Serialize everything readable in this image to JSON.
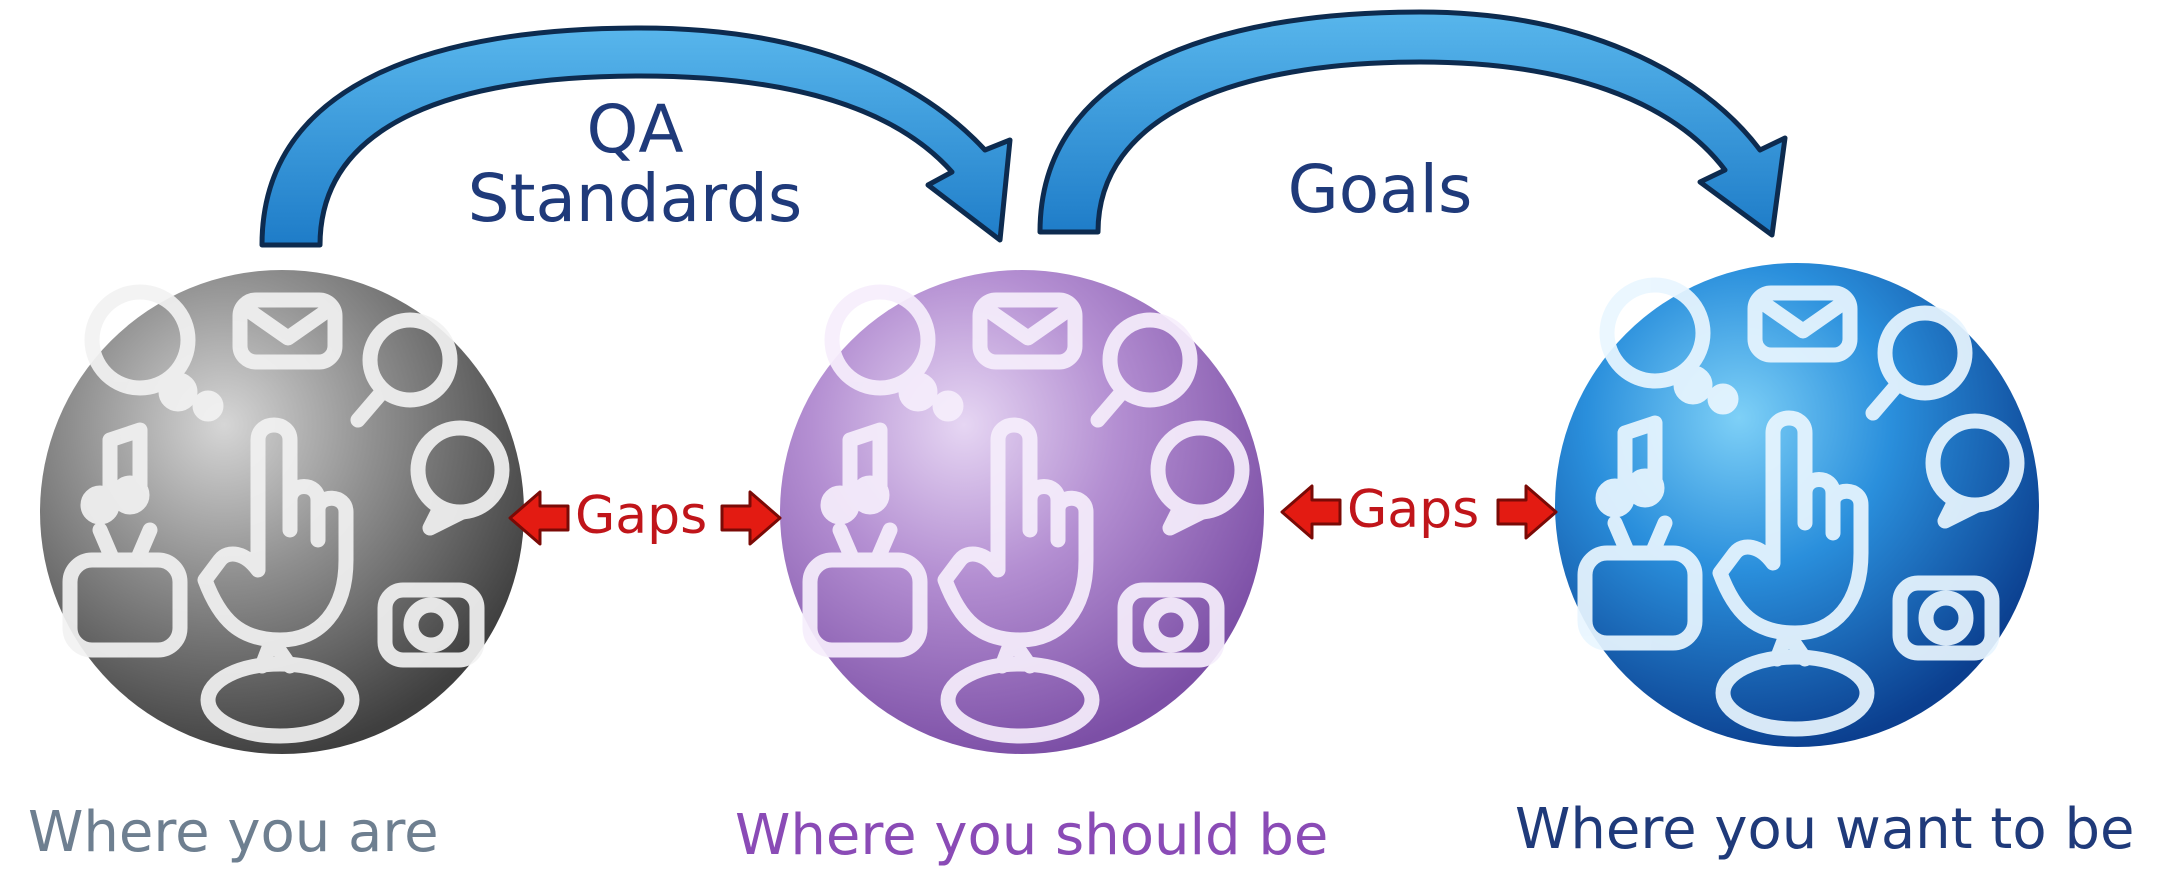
{
  "arcs": [
    {
      "label_line1": "QA",
      "label_line2": "Standards"
    },
    {
      "label_line1": "Goals"
    }
  ],
  "gaps": [
    {
      "label": "Gaps"
    },
    {
      "label": "Gaps"
    }
  ],
  "spheres": [
    {
      "caption": "Where you are",
      "color": "#7d7d7d",
      "caption_color": "#6e7f90"
    },
    {
      "caption": "Where you should be",
      "color": "#a57cc7",
      "caption_color": "#8a4bb6"
    },
    {
      "caption": "Where you want to be",
      "color": "#1a78c9",
      "caption_color": "#1f3a7a"
    }
  ],
  "colors": {
    "arrow_blue": "#2d8fd6",
    "arrow_outline": "#0d2b4f",
    "gap_arrow_red": "#e31b12",
    "label_navy": "#1f3a7a",
    "gap_text": "#c0151a"
  },
  "icons": [
    "envelope-icon",
    "thought-bubble-icon",
    "magnifier-icon",
    "music-note-icon",
    "pointing-hand-icon",
    "tv-icon",
    "camera-icon",
    "speech-bubble-icon",
    "chat-icon"
  ]
}
